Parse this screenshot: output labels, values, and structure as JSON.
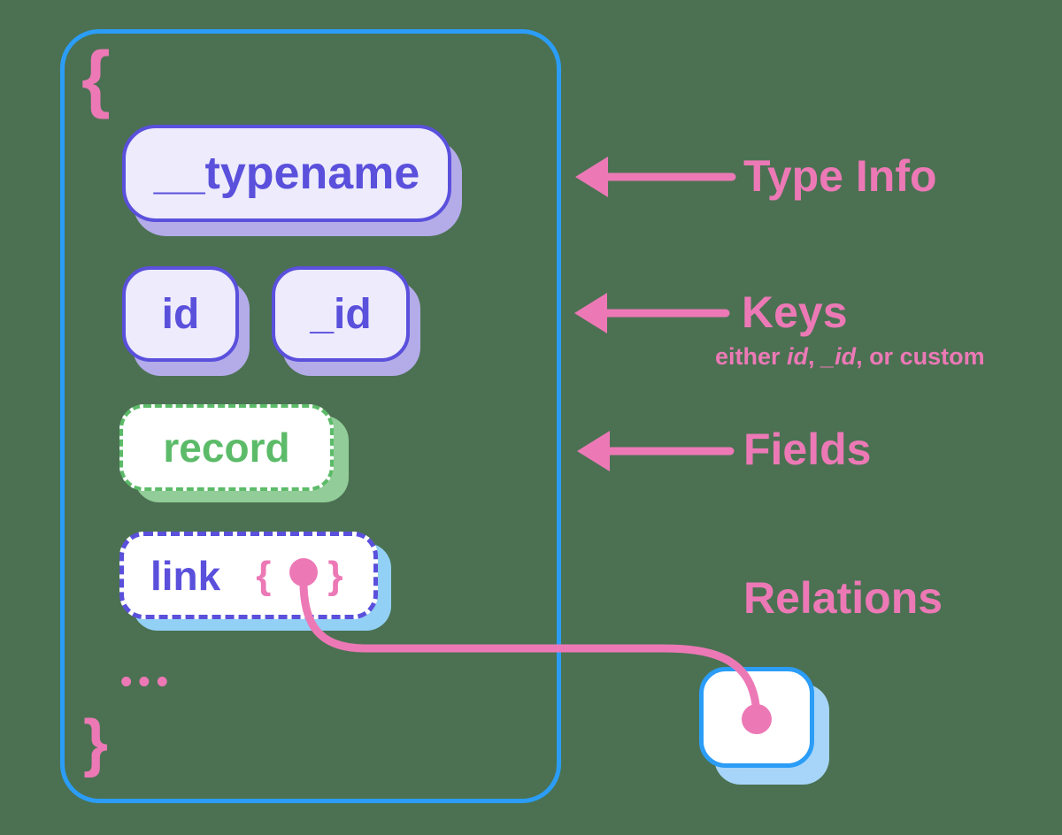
{
  "colors": {
    "background": "#4B7152",
    "blue": "#2B9DF7",
    "indigo": "#5A50DC",
    "lavender": "#EDEBFC",
    "purple_shadow": "#B4ABE9",
    "green": "#5CBB69",
    "green_shadow": "#92CC98",
    "pink": "#EC79B6",
    "sky_shadow": "#92D0F5",
    "sky_shadow_light": "#A7D5F9",
    "white": "#FFFFFF"
  },
  "object": {
    "open_brace": "{",
    "close_brace": "}",
    "ellipsis": "•••",
    "fields": {
      "typename": "__typename",
      "id": "id",
      "_id": "_id",
      "record": "record",
      "link": "link",
      "link_open_brace": "{",
      "link_close_brace": "}"
    }
  },
  "annotations": {
    "type_info": "Type Info",
    "keys": "Keys",
    "keys_subtitle_parts": [
      {
        "text": "either ",
        "italic": false
      },
      {
        "text": "id",
        "italic": true
      },
      {
        "text": ", ",
        "italic": false
      },
      {
        "text": "_id",
        "italic": true
      },
      {
        "text": ", or custom",
        "italic": false
      }
    ],
    "fields": "Fields",
    "relations": "Relations"
  }
}
